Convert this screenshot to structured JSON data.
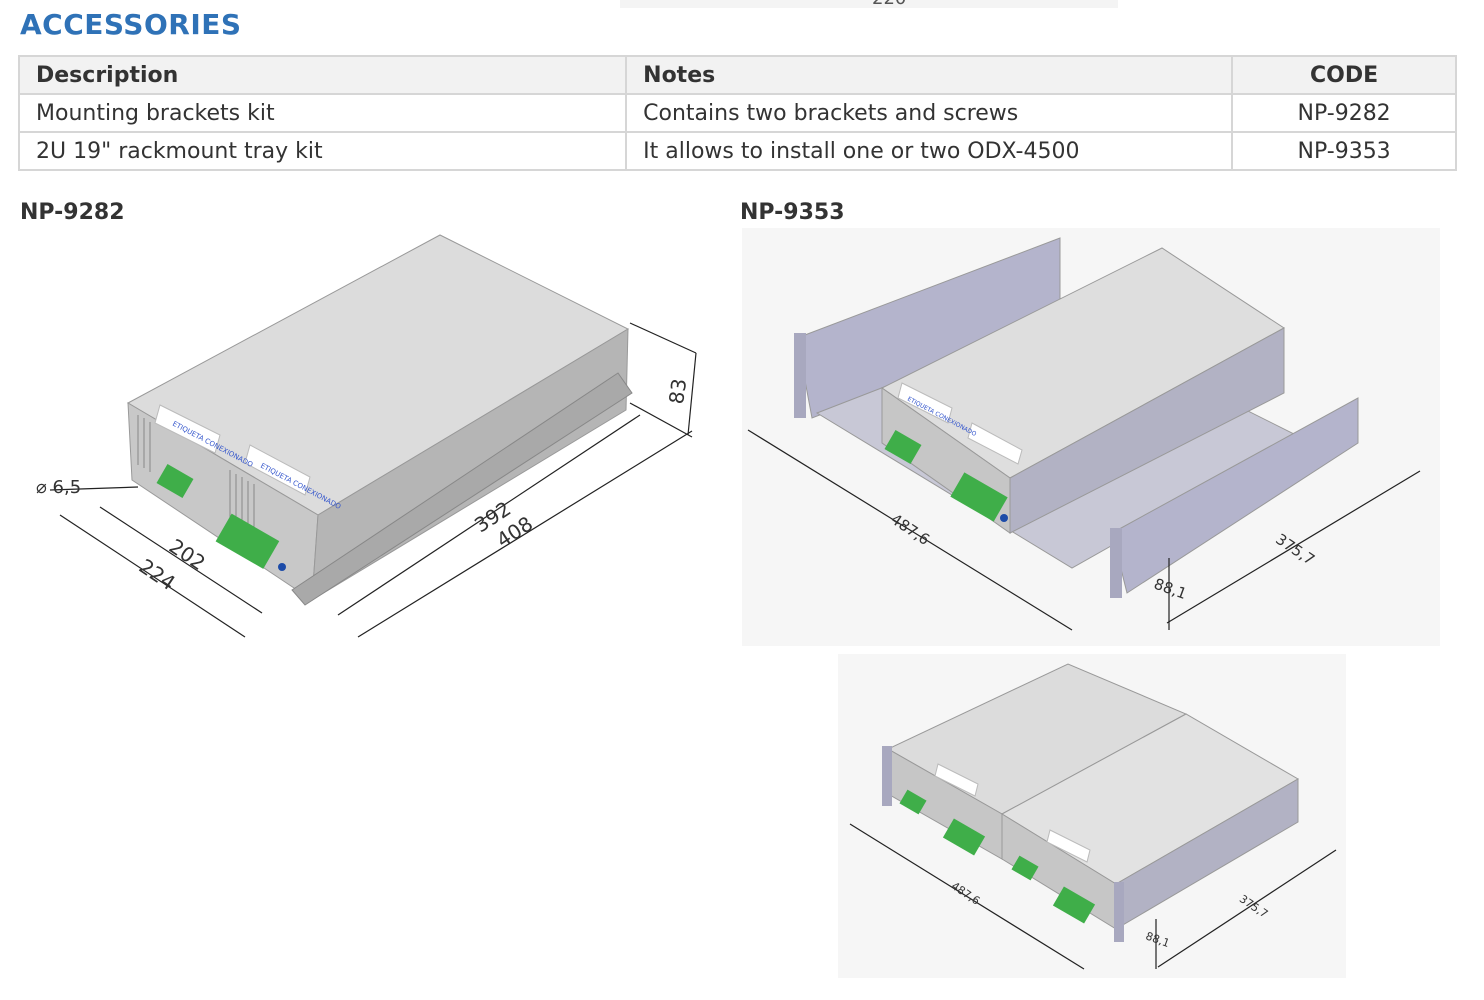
{
  "top_fragment": "220",
  "section_title": "ACCESSORIES",
  "table": {
    "headers": [
      "Description",
      "Notes",
      "CODE"
    ],
    "rows": [
      {
        "description": "Mounting brackets kit",
        "notes": "Contains two brackets and screws",
        "code": "NP-9282"
      },
      {
        "description": "2U 19\" rackmount tray kit",
        "notes": "It allows to install one or two ODX-4500",
        "code": "NP-9353"
      }
    ]
  },
  "figures": {
    "left": {
      "label": "NP-9282",
      "dims": {
        "hole": "⌀ 6,5",
        "height": "83",
        "width_inner": "202",
        "width_outer": "224",
        "length_inner": "392",
        "length_outer": "408"
      },
      "sticker_text": "ETIQUETA CONEXIONADO"
    },
    "right": {
      "label": "NP-9353",
      "top": {
        "width": "487,6",
        "depth": "375,7",
        "height": "88,1"
      },
      "bottom": {
        "width": "487,6",
        "depth": "375,7",
        "height": "88,1"
      },
      "sticker_text": "ETIQUETA CONEXIONADO"
    }
  }
}
